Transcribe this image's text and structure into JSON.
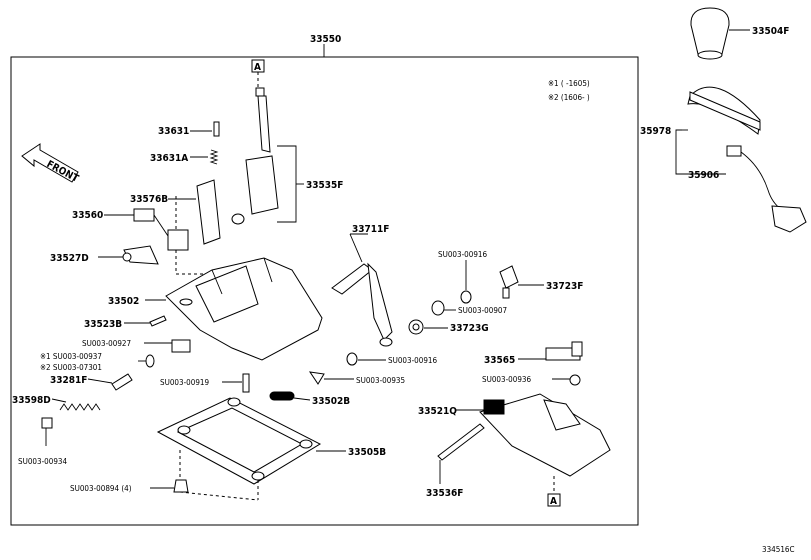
{
  "labels": {
    "p33550": "33550",
    "p33504F": "33504F",
    "p35978": "35978",
    "p35906": "35906",
    "p33631": "33631",
    "p33631A": "33631A",
    "p33535F": "33535F",
    "p33576B": "33576B",
    "p33560": "33560",
    "p33527D": "33527D",
    "p33711F": "33711F",
    "pSU00916a": "SU003-00916",
    "p33723F": "33723F",
    "p33502": "33502",
    "pSU00907": "SU003-00907",
    "p33523B": "33523B",
    "p33723G": "33723G",
    "pSU00927": "SU003-00927",
    "pSU00937": "※1 SU003-00937",
    "pSU07301": "※2 SU003-07301",
    "pSU00916b": "SU003-00916",
    "p33565": "33565",
    "p33281F": "33281F",
    "pSU00919": "SU003-00919",
    "pSU00935": "SU003-00935",
    "pSU00936": "SU003-00936",
    "p33598D": "33598D",
    "p33502B": "33502B",
    "p33521Q": "33521Q",
    "p33505B": "33505B",
    "pSU00934": "SU003-00934",
    "pSU00894": "SU003-00894 (4)",
    "p33536F": "33536F",
    "front": "FRONT",
    "refA1": "A",
    "refA2": "A",
    "note1": "※1 (      -1605)",
    "note2": "※2 (1606-       )",
    "figureId": "334516C"
  }
}
